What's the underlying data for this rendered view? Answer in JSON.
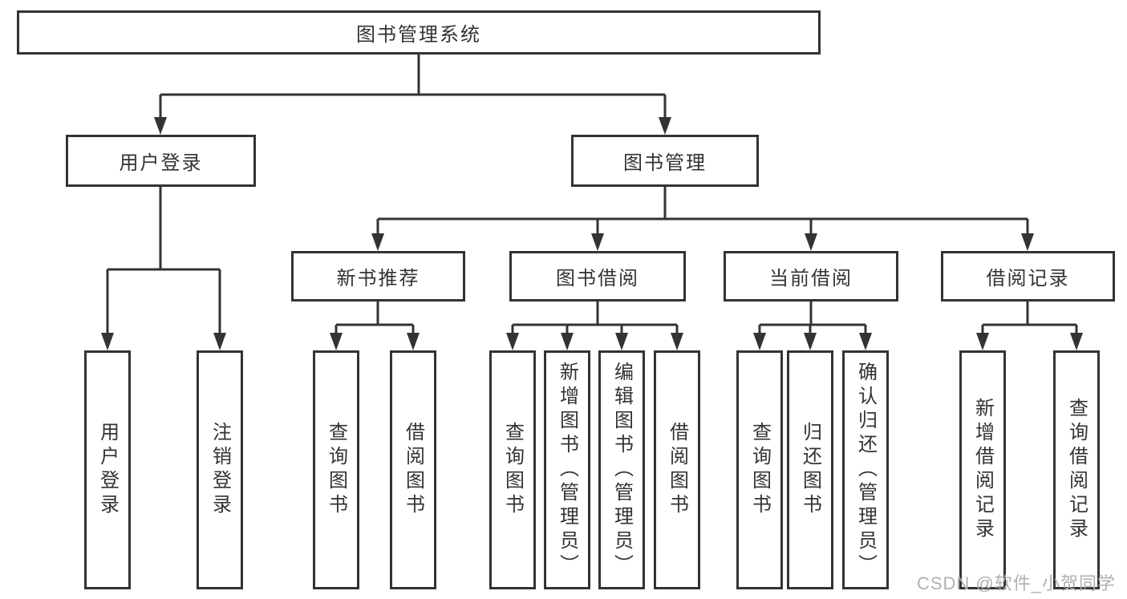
{
  "diagram_type": "hierarchy-tree",
  "tree": {
    "label": "图书管理系统",
    "children": [
      {
        "label": "用户登录",
        "children": [
          {
            "label": "用户登录"
          },
          {
            "label": "注销登录"
          }
        ]
      },
      {
        "label": "图书管理",
        "children": [
          {
            "label": "新书推荐",
            "children": [
              {
                "label": "查询图书"
              },
              {
                "label": "借阅图书"
              }
            ]
          },
          {
            "label": "图书借阅",
            "children": [
              {
                "label": "查询图书"
              },
              {
                "label": "新增图书（管理员）"
              },
              {
                "label": "编辑图书（管理员）"
              },
              {
                "label": "借阅图书"
              }
            ]
          },
          {
            "label": "当前借阅",
            "children": [
              {
                "label": "查询图书"
              },
              {
                "label": "归还图书"
              },
              {
                "label": "确认归还（管理员）"
              }
            ]
          },
          {
            "label": "借阅记录",
            "children": [
              {
                "label": "新增借阅记录"
              },
              {
                "label": "查询借阅记录"
              }
            ]
          }
        ]
      }
    ]
  },
  "watermark": {
    "text": "CSDN @软件_小贺同学"
  },
  "colors": {
    "line": "#333333",
    "box_border": "#333333",
    "text": "#333333",
    "watermark": "#b0b0b0",
    "background": "#ffffff"
  }
}
